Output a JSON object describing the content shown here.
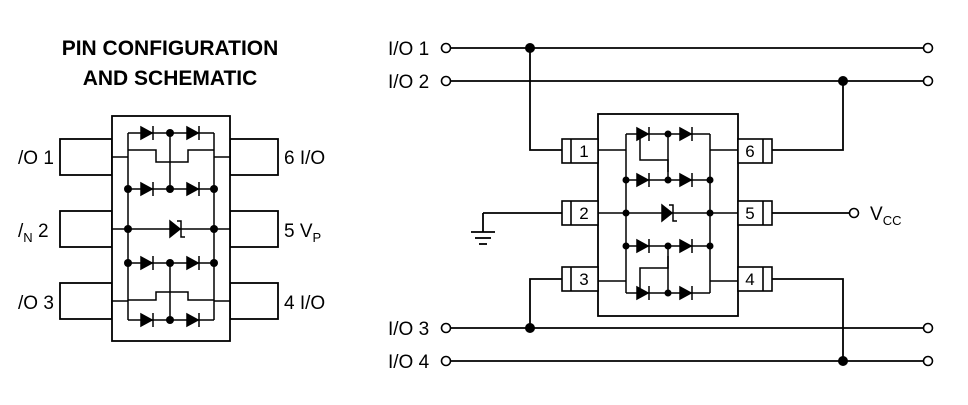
{
  "title": {
    "line1": "PIN CONFIGURATION",
    "line2": "AND SCHEMATIC"
  },
  "pin_config": {
    "left": [
      {
        "text": "/O 1"
      },
      {
        "text": "/",
        "sub": "N",
        "tail": " 2"
      },
      {
        "text": "/O 3"
      }
    ],
    "right": [
      {
        "text": "6 I/O"
      },
      {
        "text": "5 V",
        "sub": "P"
      },
      {
        "text": "4 I/O"
      }
    ]
  },
  "schematic": {
    "io_labels": [
      "I/O 1",
      "I/O 2",
      "I/O 3",
      "I/O 4"
    ],
    "pin_numbers": [
      "1",
      "2",
      "3",
      "4",
      "5",
      "6"
    ],
    "vcc": {
      "text": "V",
      "sub": "CC"
    }
  }
}
